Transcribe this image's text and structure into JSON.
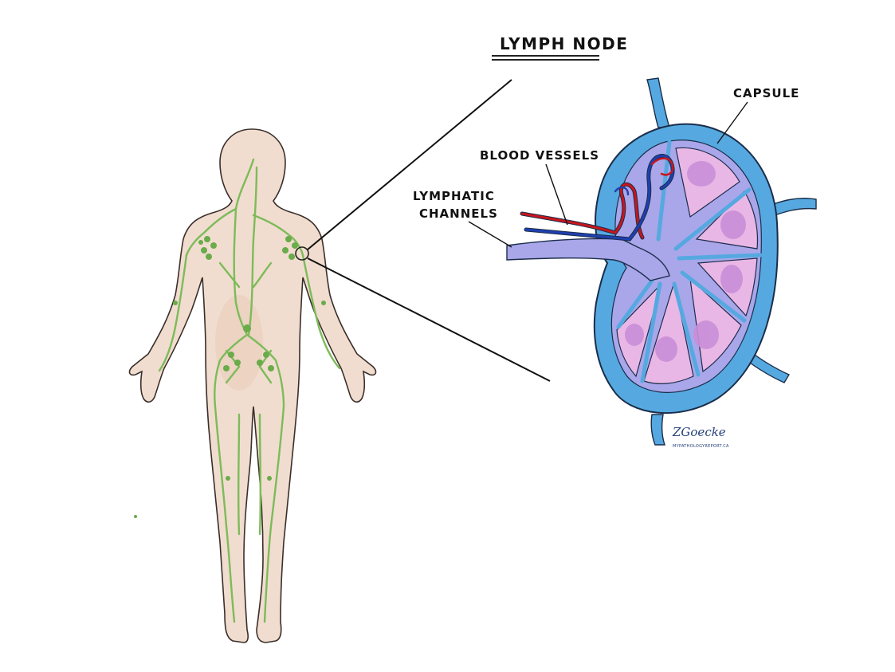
{
  "diagram": {
    "title": "LYMPH NODE",
    "labels": {
      "capsule": "CAPSULE",
      "blood_vessels": "BLOOD VESSELS",
      "lymphatic_line1": "LYMPHATIC",
      "lymphatic_line2": "CHANNELS"
    },
    "signature": {
      "name": "ZGoecke",
      "url": "MYPATHOLOGYREPORT.CA"
    }
  },
  "colors": {
    "skin": "#f1ddcf",
    "skin_outline": "#3a2e2a",
    "lymph_vessel": "#7dbb5a",
    "capsule_blue": "#55a9e0",
    "medulla_lavender": "#a9a6ea",
    "cortex_pink": "#e9b7e6",
    "follicle_purple": "#c98fd8",
    "artery_red": "#c8161c",
    "vein_blue": "#1f3fb0"
  }
}
